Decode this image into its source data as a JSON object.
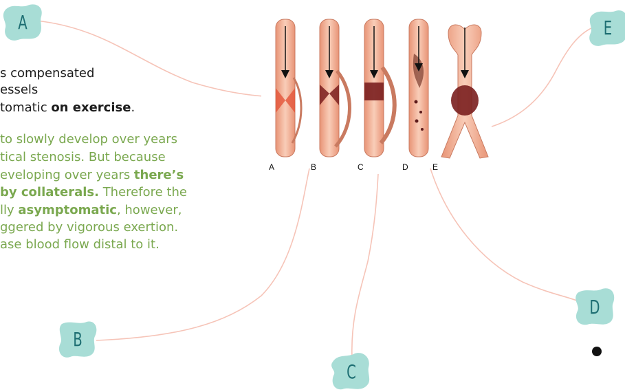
{
  "markers": {
    "a": "A",
    "b": "B",
    "c": "C",
    "d": "D",
    "e": "E"
  },
  "text_black": {
    "line1": "s compensated",
    "line2": "essels",
    "line3_pre": "tomatic ",
    "line3_bold": "on exercise",
    "line3_post": "."
  },
  "text_green": {
    "line1": " to slowly develop over years",
    "line2": "tical stenosis. But because",
    "line3_pre": "eveloping over years ",
    "line3_bold": "there’s",
    "line4_bold": " by collaterals.",
    "line4_post": " Therefore the",
    "line5_pre": "lly ",
    "line5_bold": "asymptomatic",
    "line5_post": ", however,",
    "line6": "ggered by vigorous exertion.",
    "line7": "ase blood flow distal to it."
  },
  "figure": {
    "panel_labels": [
      "A",
      "B",
      "C",
      "D",
      "E"
    ]
  },
  "colors": {
    "marker_fill": "#a8ddd6",
    "marker_text": "#1e6f73",
    "connector": "#f6c4b8",
    "green_text": "#7aa84f",
    "vessel": "#f0a88c",
    "clot": "#7a1f1f"
  }
}
